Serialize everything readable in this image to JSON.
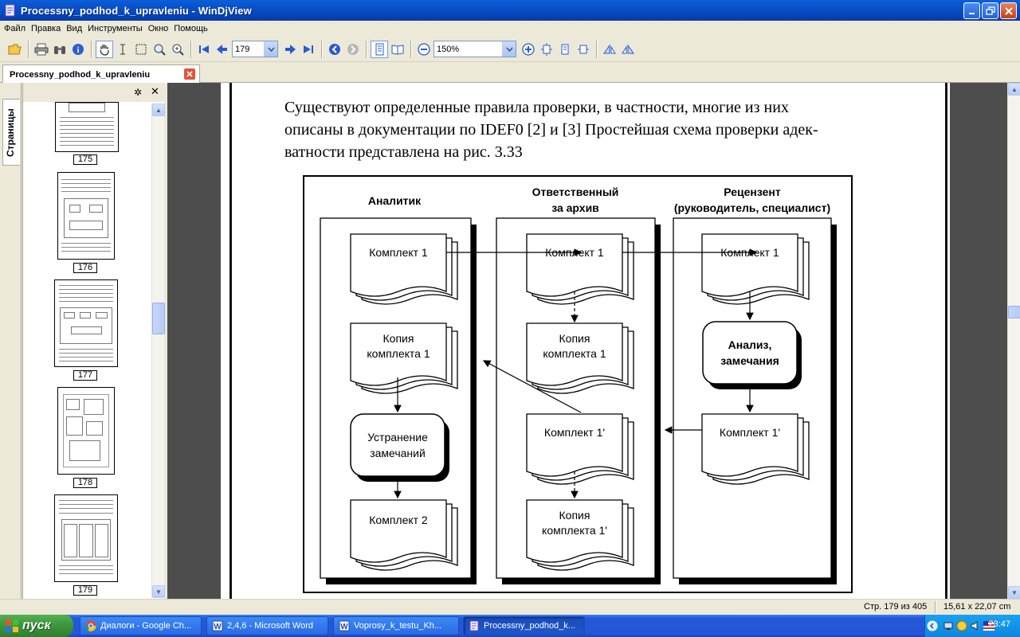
{
  "window": {
    "title": "Processny_podhod_k_upravleniu - WinDjView"
  },
  "menu": [
    "Файл",
    "Правка",
    "Вид",
    "Инструменты",
    "Окно",
    "Помощь"
  ],
  "toolbar": {
    "page_value": "179",
    "zoom_value": "150%"
  },
  "tab": {
    "label": "Processny_podhod_k_upravleniu"
  },
  "sidebar": {
    "tab_label": "Страницы",
    "thumbnails": [
      {
        "page": "175"
      },
      {
        "page": "176"
      },
      {
        "page": "177"
      },
      {
        "page": "178"
      },
      {
        "page": "179"
      }
    ]
  },
  "document": {
    "paragraph_lines": [
      "Существуют определенные правила проверки, в частности, многие из них",
      "описаны в документации по IDEF0 [2] и [3]  Простейшая схема проверки адек-",
      "ватности представлена на рис. 3.33"
    ],
    "diagram": {
      "lanes": [
        {
          "header": [
            "Аналитик"
          ]
        },
        {
          "header": [
            "Ответственный",
            "за архив"
          ]
        },
        {
          "header": [
            "Рецензент",
            "(руководитель, специалист)"
          ]
        }
      ],
      "docs": {
        "a1": [
          "Комплект 1"
        ],
        "a2": [
          "Копия",
          "комплекта 1"
        ],
        "a3": [
          "Комплект 2"
        ],
        "b1": [
          "Комплект 1"
        ],
        "b2": [
          "Копия",
          "комплекта 1"
        ],
        "b3": [
          "Комплект 1'"
        ],
        "b4": [
          "Копия",
          "комплекта 1'"
        ],
        "c1": [
          "Комплект 1"
        ],
        "c3": [
          "Комплект 1'"
        ]
      },
      "processes": {
        "a_fix": [
          "Устранение",
          "замечаний"
        ],
        "c_analysis": [
          "Анализ,",
          "замечания"
        ]
      }
    }
  },
  "status": {
    "page": "Стр. 179 из 405",
    "size": "15,61 x 22,07 cm"
  },
  "taskbar": {
    "start": "пуск",
    "tasks": [
      {
        "label": "Диалоги - Google Ch..."
      },
      {
        "label": "2,4,6 - Microsoft Word"
      },
      {
        "label": "Voprosy_k_testu_Kh..."
      },
      {
        "label": "Processny_podhod_k..."
      }
    ],
    "clock": "23:47"
  }
}
